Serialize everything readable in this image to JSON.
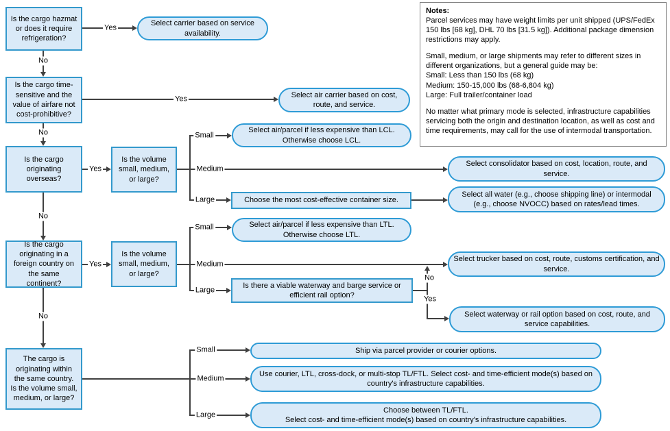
{
  "labels": {
    "yes": "Yes",
    "no": "No",
    "small": "Small",
    "medium": "Medium",
    "large": "Large"
  },
  "nodes": {
    "q_hazmat": "Is the cargo hazmat or does it require refrigeration?",
    "o_carrier": "Select carrier based on service availability.",
    "q_time_sensitive": "Is the cargo time-sensitive and the value of airfare not cost-prohibitive?",
    "o_air_carrier": "Select air carrier based on cost, route, and service.",
    "q_overseas": "Is the cargo originating overseas?",
    "q_volume": "Is the volume small, medium, or large?",
    "o_lcl": "Select air/parcel if less expensive than LCL. Otherwise choose LCL.",
    "o_consolidator": "Select consolidator based on cost, location, route, and service.",
    "p_container_size": "Choose the most cost-effective container size.",
    "o_all_water": "Select all water (e.g., choose shipping line) or intermodal (e.g., choose NVOCC) based on rates/lead times.",
    "q_foreign_continent": "Is the cargo originating in a foreign country on the same continent?",
    "o_ltl": "Select air/parcel if less expensive than LTL. Otherwise choose LTL.",
    "o_trucker": "Select trucker based on cost, route, customs certification, and service.",
    "q_waterway": "Is there a viable waterway and barge service or efficient rail option?",
    "o_waterway_rail": "Select waterway or rail option based on cost, route, and service capabilities.",
    "q_domestic": "The cargo is originating within the same country. Is the volume small, medium, or large?",
    "o_parcel": "Ship via parcel provider or courier options.",
    "o_courier_multi": "Use courier, LTL, cross-dock, or multi-stop TL/FTL. Select cost- and time-efficient mode(s) based on country's infrastructure capabilities.",
    "o_tl_ftl": "Choose between TL/FTL.\nSelect cost- and time-efficient mode(s) based on country's infrastructure capabilities."
  },
  "notes": {
    "title": "Notes:",
    "paragraphs": [
      "Parcel services may have weight limits per unit shipped (UPS/FedEx 150 lbs [68 kg], DHL 70 lbs [31.5 kg]). Additional package dimension restrictions may apply.",
      "Small, medium, or large shipments may refer to different sizes in different organizations, but a general guide may be:\nSmall: Less than 150 lbs (68 kg)\nMedium: 150-15,000 lbs (68-6,804 kg)\nLarge: Full trailer/container load",
      "No matter what primary mode is selected, infrastructure capabilities servicing both the origin and destination location, as well as cost and time requirements, may call for the use of intermodal transportation."
    ]
  },
  "colors": {
    "node_fill": "#daeaf8",
    "rect_border": "#3399cc",
    "pill_border": "#2e9bd6",
    "connector": "#404040",
    "notes_border": "#7f7f7f",
    "text": "#000000"
  }
}
